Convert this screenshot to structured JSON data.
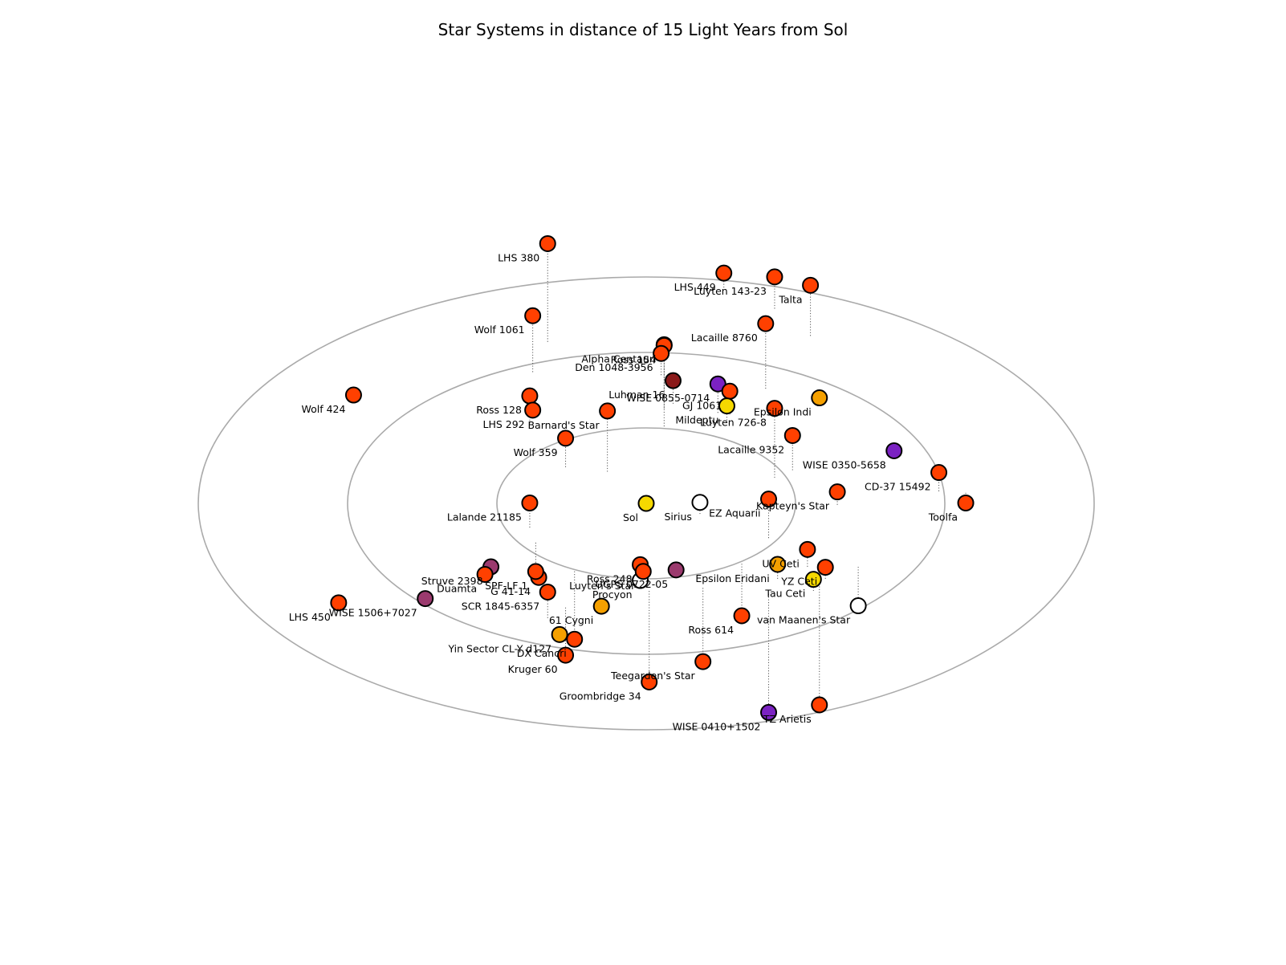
{
  "chart_data": {
    "type": "scatter",
    "title": "Star Systems in distance of 15 Light Years from Sol",
    "rings_ly": [
      5,
      10,
      15
    ],
    "colors": {
      "G": "#f5d800",
      "K": "#f5a000",
      "M": "#ff4000",
      "D": "#ffffff",
      "Y": "#7b22c2",
      "T": "#9b3a6e",
      "L": "#8b1a1a"
    },
    "stars": [
      {
        "name": "Sol",
        "type": "G",
        "x": 0,
        "y": 0,
        "z": 0
      },
      {
        "name": "Alpha Centauri",
        "type": "G",
        "x": 0.6,
        "y": 6.3,
        "z": 4.4
      },
      {
        "name": "Barnard's Star",
        "type": "M",
        "x": -1.3,
        "y": 2.1,
        "z": 4.2
      },
      {
        "name": "Luhman 16",
        "type": "L",
        "x": 0.9,
        "y": 6.6,
        "z": 1.6
      },
      {
        "name": "WISE 0855-0714",
        "type": "Y",
        "x": 2.4,
        "y": 6.0,
        "z": 2.0
      },
      {
        "name": "Wolf 359",
        "type": "M",
        "x": -2.7,
        "y": 2.4,
        "z": 2.0
      },
      {
        "name": "Lalande 21185",
        "type": "M",
        "x": -3.9,
        "y": -1.6,
        "z": 1.7
      },
      {
        "name": "Sirius",
        "type": "D",
        "x": 1.8,
        "y": -0.7,
        "z": 0.8
      },
      {
        "name": "Luyten 726-8",
        "type": "M",
        "x": 4.3,
        "y": 1.7,
        "z": 4.8
      },
      {
        "name": "Ross 154",
        "type": "M",
        "x": 0.6,
        "y": 5.1,
        "z": 5.6
      },
      {
        "name": "Ross 248",
        "type": "M",
        "x": -0.2,
        "y": -5.4,
        "z": 1.4
      },
      {
        "name": "Epsilon Eridani",
        "type": "K",
        "x": 4.4,
        "y": -5.0,
        "z": 1.0
      },
      {
        "name": "Lacaille 9352",
        "type": "M",
        "x": 4.9,
        "y": 2.2,
        "z": 2.4
      },
      {
        "name": "Ross 128",
        "type": "M",
        "x": -3.9,
        "y": 5.3,
        "z": 1.9
      },
      {
        "name": "EZ Aquarii",
        "type": "M",
        "x": 4.1,
        "y": -2.3,
        "z": 2.7
      },
      {
        "name": "Procyon",
        "type": "D",
        "x": -0.2,
        "y": -5.3,
        "z": 0.2
      },
      {
        "name": "61 Cygni",
        "type": "K",
        "x": -1.5,
        "y": -7.1,
        "z": 0.3
      },
      {
        "name": "Struve 2398",
        "type": "T",
        "x": -5.2,
        "y": -4.3,
        "z": 0.1
      },
      {
        "name": "Groombridge 34",
        "type": "M",
        "x": 0.1,
        "y": -5.8,
        "z": -6.3
      },
      {
        "name": "Epsilon Indi",
        "type": "K",
        "x": 5.8,
        "y": 6.8,
        "z": 0.2
      },
      {
        "name": "DX Cancri",
        "type": "M",
        "x": -2.4,
        "y": -4.5,
        "z": -4.7
      },
      {
        "name": "Tau Ceti",
        "type": "G",
        "x": 5.6,
        "y": -5.8,
        "z": 0.8
      },
      {
        "name": "GJ 1061",
        "type": "M",
        "x": 2.8,
        "y": 5.9,
        "z": 1.6
      },
      {
        "name": "YZ Ceti",
        "type": "M",
        "x": 6.0,
        "y": -5.0,
        "z": 0.8
      },
      {
        "name": "Luyten's Star",
        "type": "M",
        "x": -0.1,
        "y": -4.7,
        "z": 0.2
      },
      {
        "name": "Teegarden's Star",
        "type": "M",
        "x": 1.9,
        "y": -5.6,
        "z": -5.1
      },
      {
        "name": "Kapteyn's Star",
        "type": "M",
        "x": 6.4,
        "y": -0.1,
        "z": 0.9
      },
      {
        "name": "Lacaille 8760",
        "type": "M",
        "x": 4.0,
        "y": 7.6,
        "z": 4.5
      },
      {
        "name": "SCR 1845-6357",
        "type": "M",
        "x": -3.3,
        "y": -7.6,
        "z": 1.8
      },
      {
        "name": "Kruger 60",
        "type": "M",
        "x": -2.7,
        "y": -6.9,
        "z": -3.3
      },
      {
        "name": "Den 1048-3956",
        "type": "M",
        "x": 0.5,
        "y": 8.5,
        "z": 1.5
      },
      {
        "name": "UGPS 0722-05",
        "type": "T",
        "x": 1.0,
        "y": -4.6,
        "z": 0.2
      },
      {
        "name": "Wolf 1061",
        "type": "M",
        "x": -3.8,
        "y": 8.7,
        "z": 3.9
      },
      {
        "name": "LHS 380",
        "type": "M",
        "x": -3.3,
        "y": 10.7,
        "z": 6.8
      },
      {
        "name": "LHS 449",
        "type": "M",
        "x": 2.6,
        "y": 14.3,
        "z": 1.0
      },
      {
        "name": "Luyten 143-23",
        "type": "M",
        "x": 4.3,
        "y": 12.9,
        "z": 2.2
      },
      {
        "name": "Talta",
        "type": "M",
        "x": 5.5,
        "y": 11.1,
        "z": 3.5
      },
      {
        "name": "Wolf 424",
        "type": "M",
        "x": -9.8,
        "y": 6.7,
        "z": 0.5
      },
      {
        "name": "LHS 292",
        "type": "M",
        "x": -3.8,
        "y": 5.7,
        "z": 0.5
      },
      {
        "name": "Mildeptu",
        "type": "G",
        "x": 2.7,
        "y": 5.5,
        "z": 1.0
      },
      {
        "name": "WISE 0350-5658",
        "type": "Y",
        "x": 8.3,
        "y": 3.2,
        "z": 0.3
      },
      {
        "name": "CD-37 15492",
        "type": "M",
        "x": 9.8,
        "y": 0.8,
        "z": 1.3
      },
      {
        "name": "Toolfa",
        "type": "M",
        "x": 10.7,
        "y": 0.7,
        "z": -0.7
      },
      {
        "name": "G 41-14",
        "type": "M",
        "x": -3.6,
        "y": -5.0,
        "z": 0.1
      },
      {
        "name": "Duamta",
        "type": "M",
        "x": -5.4,
        "y": -4.8,
        "z": 0.1
      },
      {
        "name": "WISE 1506+7027",
        "type": "T",
        "x": -7.4,
        "y": -6.5,
        "z": 0.2
      },
      {
        "name": "LHS 450",
        "type": "M",
        "x": -10.3,
        "y": -6.3,
        "z": -0.3
      },
      {
        "name": "SPF-LF 1",
        "type": "M",
        "x": -3.7,
        "y": -2.6,
        "z": -2.0
      },
      {
        "name": "Yin Sector CL-Y d127",
        "type": "K",
        "x": -2.9,
        "y": -8.4,
        "z": -0.3
      },
      {
        "name": "UV Ceti",
        "type": "M",
        "x": 5.4,
        "y": -4.2,
        "z": 1.2
      },
      {
        "name": "Ross 614",
        "type": "M",
        "x": 3.2,
        "y": -4.0,
        "z": -3.6
      },
      {
        "name": "van Maanen's Star",
        "type": "D",
        "x": 7.1,
        "y": -4.2,
        "z": -2.7
      },
      {
        "name": "TZ Arietis",
        "type": "M",
        "x": 5.8,
        "y": -5.5,
        "z": -8.2
      },
      {
        "name": "WISE 0410+1502",
        "type": "Y",
        "x": 4.1,
        "y": -6.0,
        "z": -8.2
      }
    ]
  }
}
